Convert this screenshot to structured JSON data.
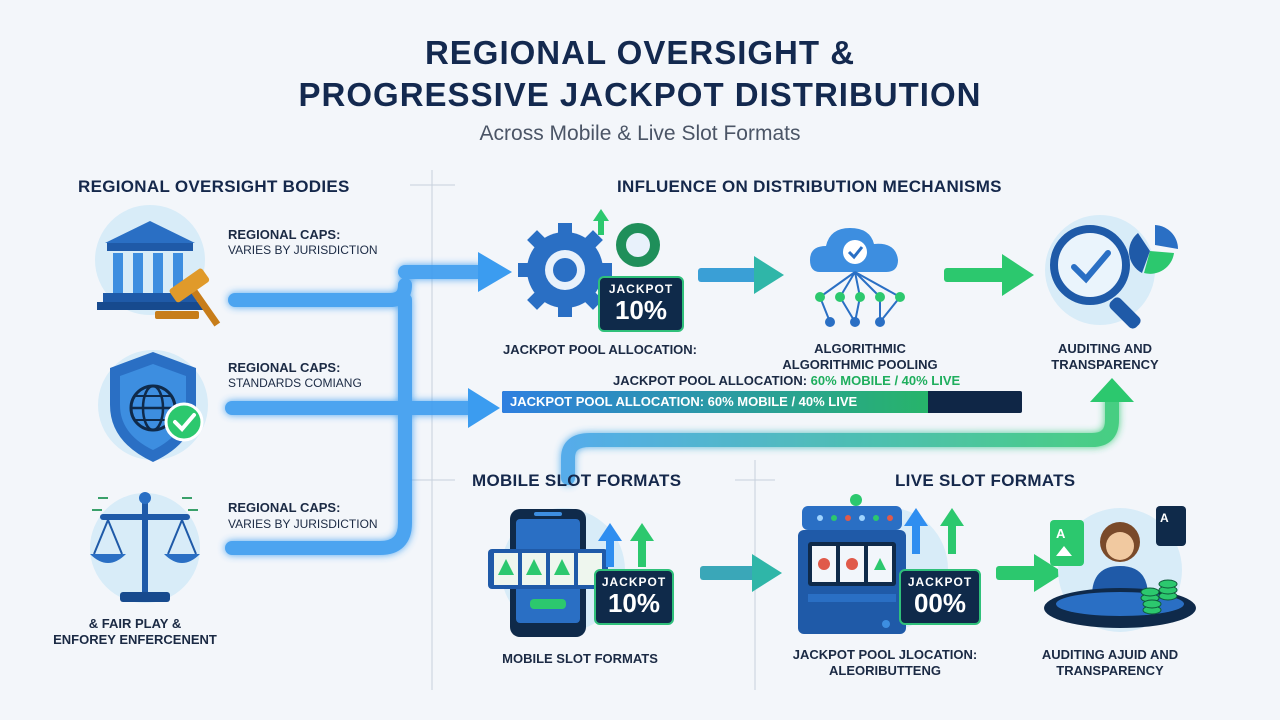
{
  "header": {
    "title_line1": "REGIONAL OVERSIGHT &",
    "title_line2": "PROGRESSIVE JACKPOT DISTRIBUTION",
    "subtitle": "Across Mobile & Live Slot Formats"
  },
  "oversight": {
    "heading": "REGIONAL OVERSIGHT BODIES",
    "items": [
      {
        "label": "REGIONAL CAPS:",
        "value": "VARIES BY JURISDICTION",
        "icon": "courthouse-gavel-icon"
      },
      {
        "label": "REGIONAL CAPS:",
        "value": "STANDARDS COMIANG",
        "icon": "shield-globe-check-icon"
      },
      {
        "label": "REGIONAL CAPS:",
        "value": "VARIES BY JURISDICTION",
        "icon": "scales-of-justice-icon"
      }
    ],
    "footer_line1": "& FAIR PLAY &",
    "footer_line2": "ENFOREY ENFERCENENT"
  },
  "influence": {
    "heading": "INFLUENCE ON DISTRIBUTION MECHANISMS",
    "pool": {
      "badge_label": "JACKPOT",
      "badge_value": "10%",
      "caption": "JACKPOT POOL ALLOCATION:"
    },
    "algo": {
      "caption_line1": "ALGORITHMIC",
      "caption_line2": "ALGORITHMIC POOLING"
    },
    "audit": {
      "caption_line1": "AUDITING AND",
      "caption_line2": "TRANSPARENCY"
    },
    "allocation_text_prefix": "JACKPOT POOL ALLOCATION: ",
    "allocation_text_highlight": "60% MOBILE / 40% LIVE",
    "bar_text": "JACKPOT POOL ALLOCATION: 60% MOBILE / 40% LIVE",
    "bar_fill_fraction": 0.82
  },
  "mobile": {
    "heading": "MOBILE SLOT FORMATS",
    "badge_label": "JACKPOT",
    "badge_value": "10%",
    "caption": "MOBILE SLOT FORMATS"
  },
  "live": {
    "heading": "LIVE SLOT FORMATS",
    "badge_label": "JACKPOT",
    "badge_value": "00%",
    "machine_caption_line1": "JACKPOT POOL JLOCATION:",
    "machine_caption_line2": "ALEORIBUTTENG",
    "dealer_caption_line1": "AUDITING AJUID AND",
    "dealer_caption_line2": "TRANSPARENCY"
  },
  "colors": {
    "blue": "#2f8ef0",
    "green": "#2cc86e",
    "navy": "#13294f",
    "badge_bg": "#0f2a4a"
  }
}
